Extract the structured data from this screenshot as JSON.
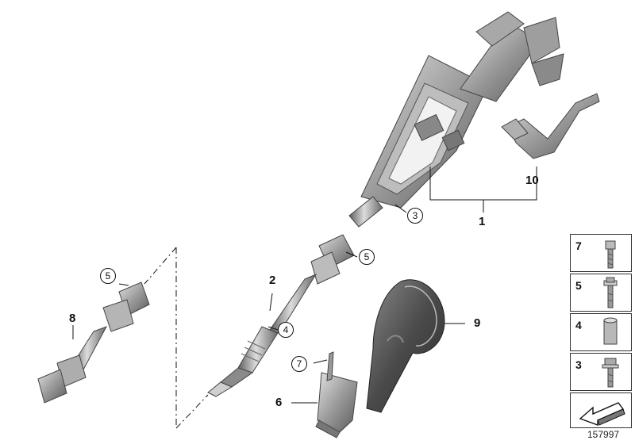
{
  "callouts": {
    "label_1": "1",
    "label_2": "2",
    "label_3": "3",
    "label_4": "4",
    "label_5_top": "5",
    "label_5_left": "5",
    "label_6": "6",
    "label_7": "7",
    "label_8": "8",
    "label_9": "9",
    "label_10": "10"
  },
  "legend": [
    {
      "number": "7",
      "icon": "torx-bolt-icon"
    },
    {
      "number": "5",
      "icon": "flange-bolt-icon"
    },
    {
      "number": "4",
      "icon": "sleeve-nut-icon"
    },
    {
      "number": "3",
      "icon": "hex-bolt-icon"
    },
    {
      "number": "",
      "icon": "arrow-indicator-icon"
    }
  ],
  "drawing_id": "157997",
  "colors": {
    "metal_dark": "#6e6e6e",
    "metal_mid": "#9c9c9c",
    "metal_light": "#d4d4d4",
    "ink": "#111111"
  }
}
